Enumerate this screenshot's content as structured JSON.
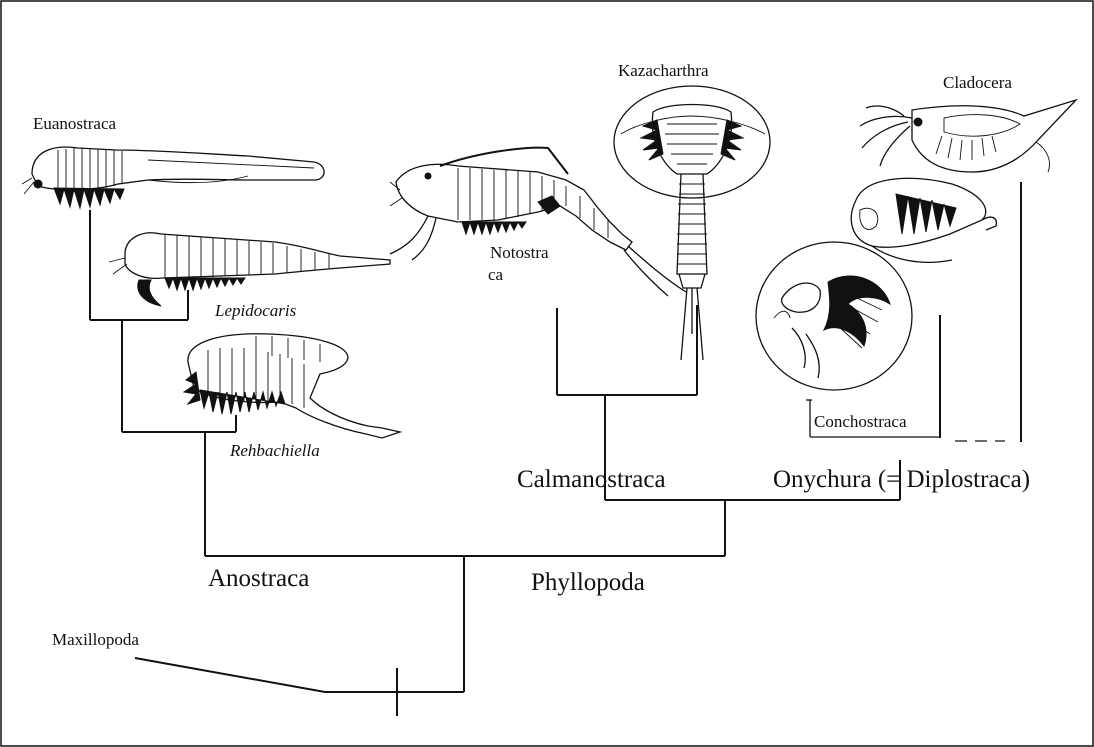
{
  "diagram": {
    "taxa": {
      "euanostraca": "Euanostraca",
      "lepidocaris": "Lepidocaris",
      "rehbachiella": "Rehbachiella",
      "notostraca_line1": "Notostra",
      "notostraca_line2": "ca",
      "kazacharthra": "Kazacharthra",
      "cladocera": "Cladocera",
      "conchostraca": "Conchostraca",
      "maxillopoda": "Maxillopoda"
    },
    "clades": {
      "anostraca": "Anostraca",
      "phyllopoda": "Phyllopoda",
      "calmanostraca": "Calmanostraca",
      "onychura": "Onychura (= Diplostraca)"
    }
  }
}
